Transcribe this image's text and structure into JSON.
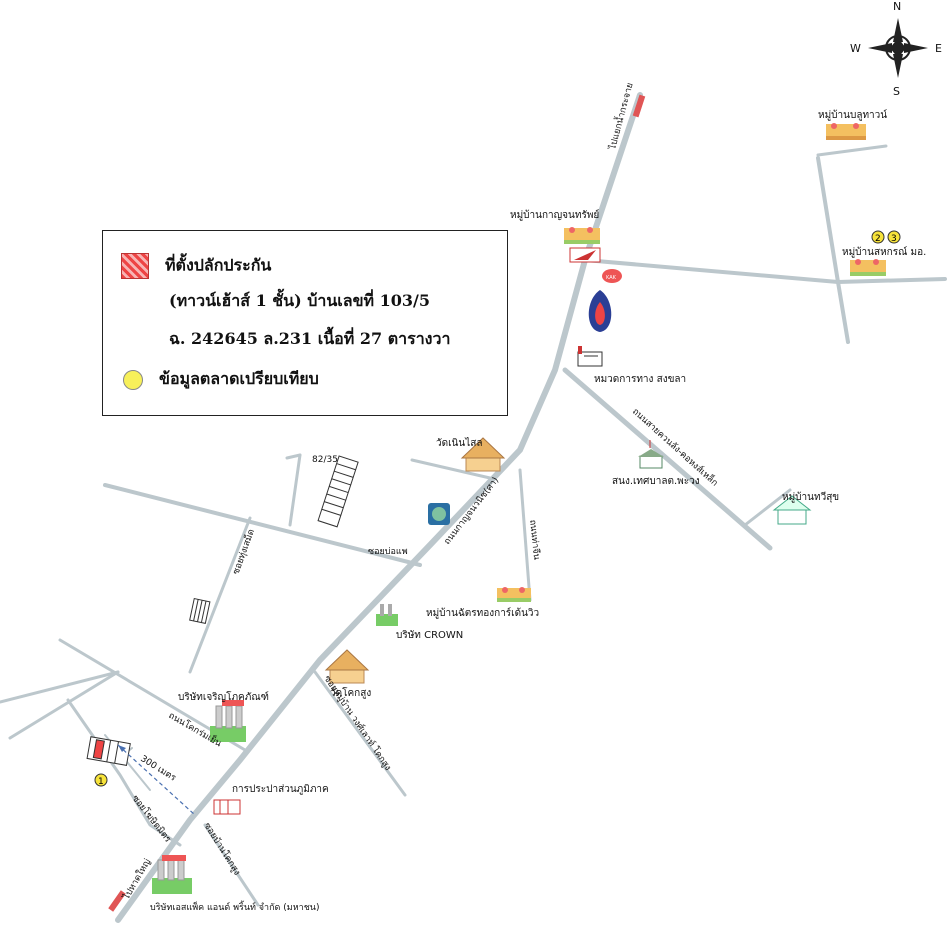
{
  "compass": {
    "n": "N",
    "s": "S",
    "e": "E",
    "w": "W"
  },
  "legend": {
    "subject_label": "ที่ตั้งปลักประกัน",
    "subject_line2": "(ทาวน์เฮ้าส์ 1 ชั้น) บ้านเลขที่ 103/5",
    "subject_line3": "ฉ. 242645 ล.231 เนื้อที่ 27 ตารางวา",
    "comparables_label": "ข้อมูลตลาดเปรียบเทียบ"
  },
  "places": {
    "village_north": "หมู่บ้านบลูทาวน์",
    "village_kanjana": "หมู่บ้านกาญจนทรัพย์",
    "village_sahakorn": "หมู่บ้านสหกรณ์ มอ.",
    "highway_office": "หมวดการทาง สงขลา",
    "village_thawisuk": "หมู่บ้านทวีสุข",
    "temple_nern_sai": "วัดเนินไสล",
    "mun_office": "สนง.เทศบาลต.พะวง",
    "village_chat": "หมู่บ้านฉัตรทองการ์เด้นวิว",
    "crown": "บริษัท CROWN",
    "temple_kho_sung": "วัดโคกสูง",
    "company_charoen": "บริษัทเจริญโภคภัณฑ์",
    "water_authority": "การประปาส่วนภูมิภาค",
    "company_bottom": "บริษัทเอสแพ็ค แอนด์ พริ้นท์ จำกัด (มหาชน)",
    "unit_82_35": "82/35"
  },
  "roads": {
    "to_ko_hong": "ไปแยกน้ำกระจาย",
    "main_road": "ถนนกาญจนวนิช(ศา)",
    "road_kho_sung": "ถนนโคกร่มเย็น",
    "soi_thung": "ซอยทุ่งเสม็ด",
    "soi_bo": "ซอยบ่อแพ",
    "road_klang": "ถนนท่าจีน",
    "road_diagonal": "ถนนสายควนลัง-คอหงส์เหล็ก",
    "soi_village": "ซอยหมู่บ้าน วงศ์เลาท์ โคกสูง",
    "soi_ban_kho": "ซอยบ้านโคกสูง",
    "soi_lower": "ซอยโฆษิตมิตร",
    "to_hat_yai": "ไปหาดใหญ่",
    "distance": "300 เมตร"
  },
  "markers": {
    "m1": "1",
    "m2": "2",
    "m3": "3"
  },
  "colors": {
    "road": "#bcc7cc",
    "comparable": "#f7f05a",
    "subject": "#e44444"
  }
}
